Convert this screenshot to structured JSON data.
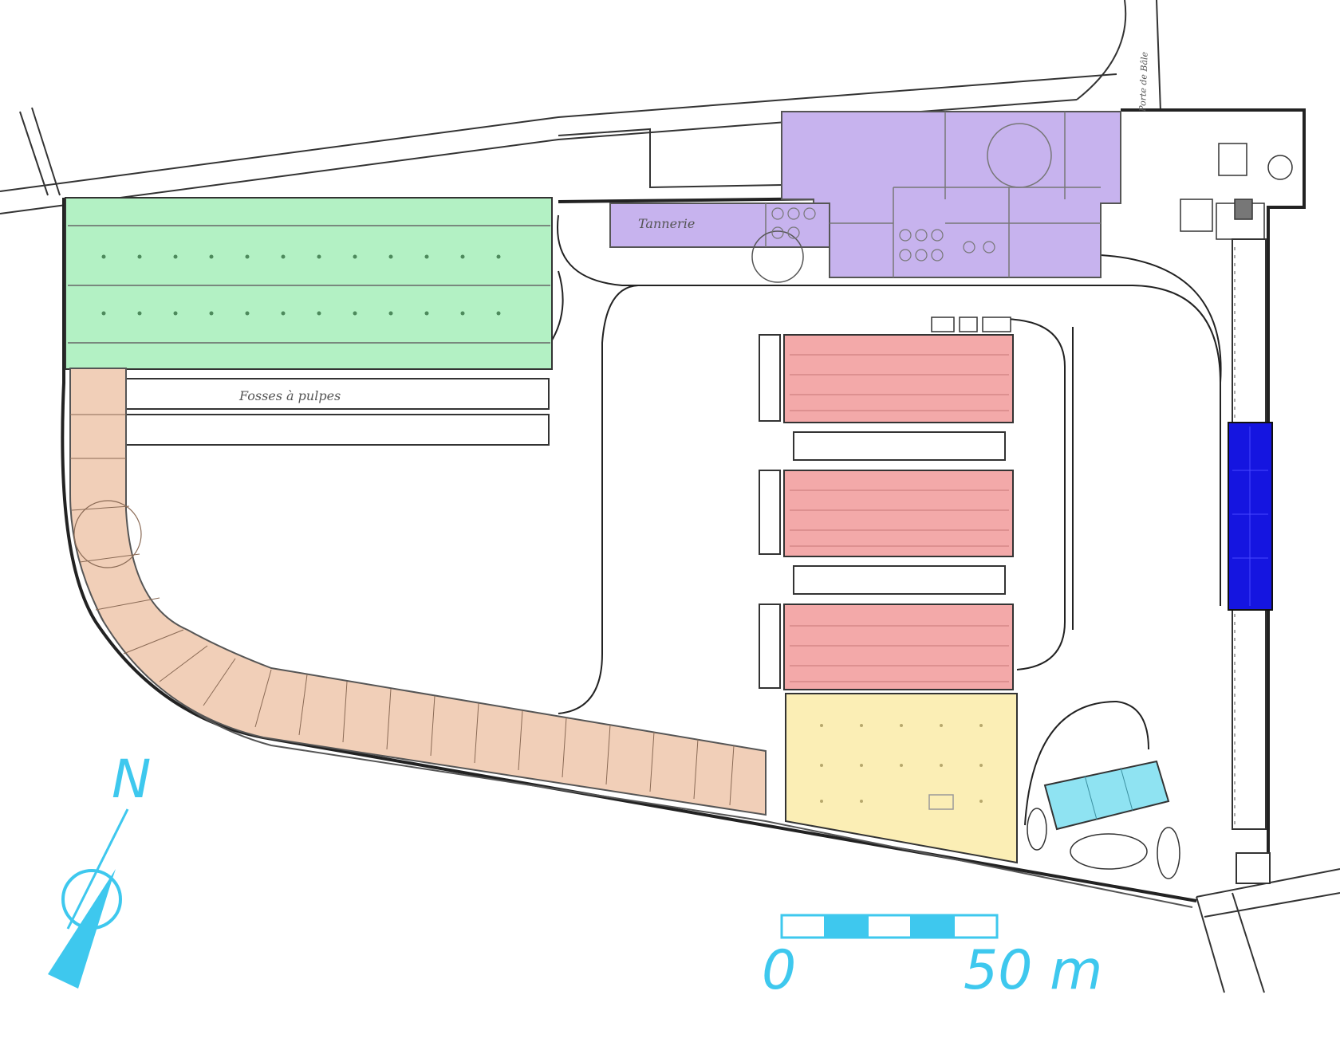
{
  "colors": {
    "green": "#b3f1c4",
    "purple": "#c7b3ee",
    "pink": "#f3a9a9",
    "peach": "#f1cfb8",
    "yellow": "#fbeeb5",
    "cyan": "#8fe3f2",
    "blue": "#1515e0",
    "accent": "#3ec8ee",
    "line": "#2a2a2a"
  },
  "labels": {
    "tannery": "Tannerie",
    "fosses": "Fosses à pulpes",
    "porte": "Porte de Bâle"
  },
  "scale_bar": {
    "start": "0",
    "end": "50 m"
  },
  "north": {
    "letter": "N"
  }
}
